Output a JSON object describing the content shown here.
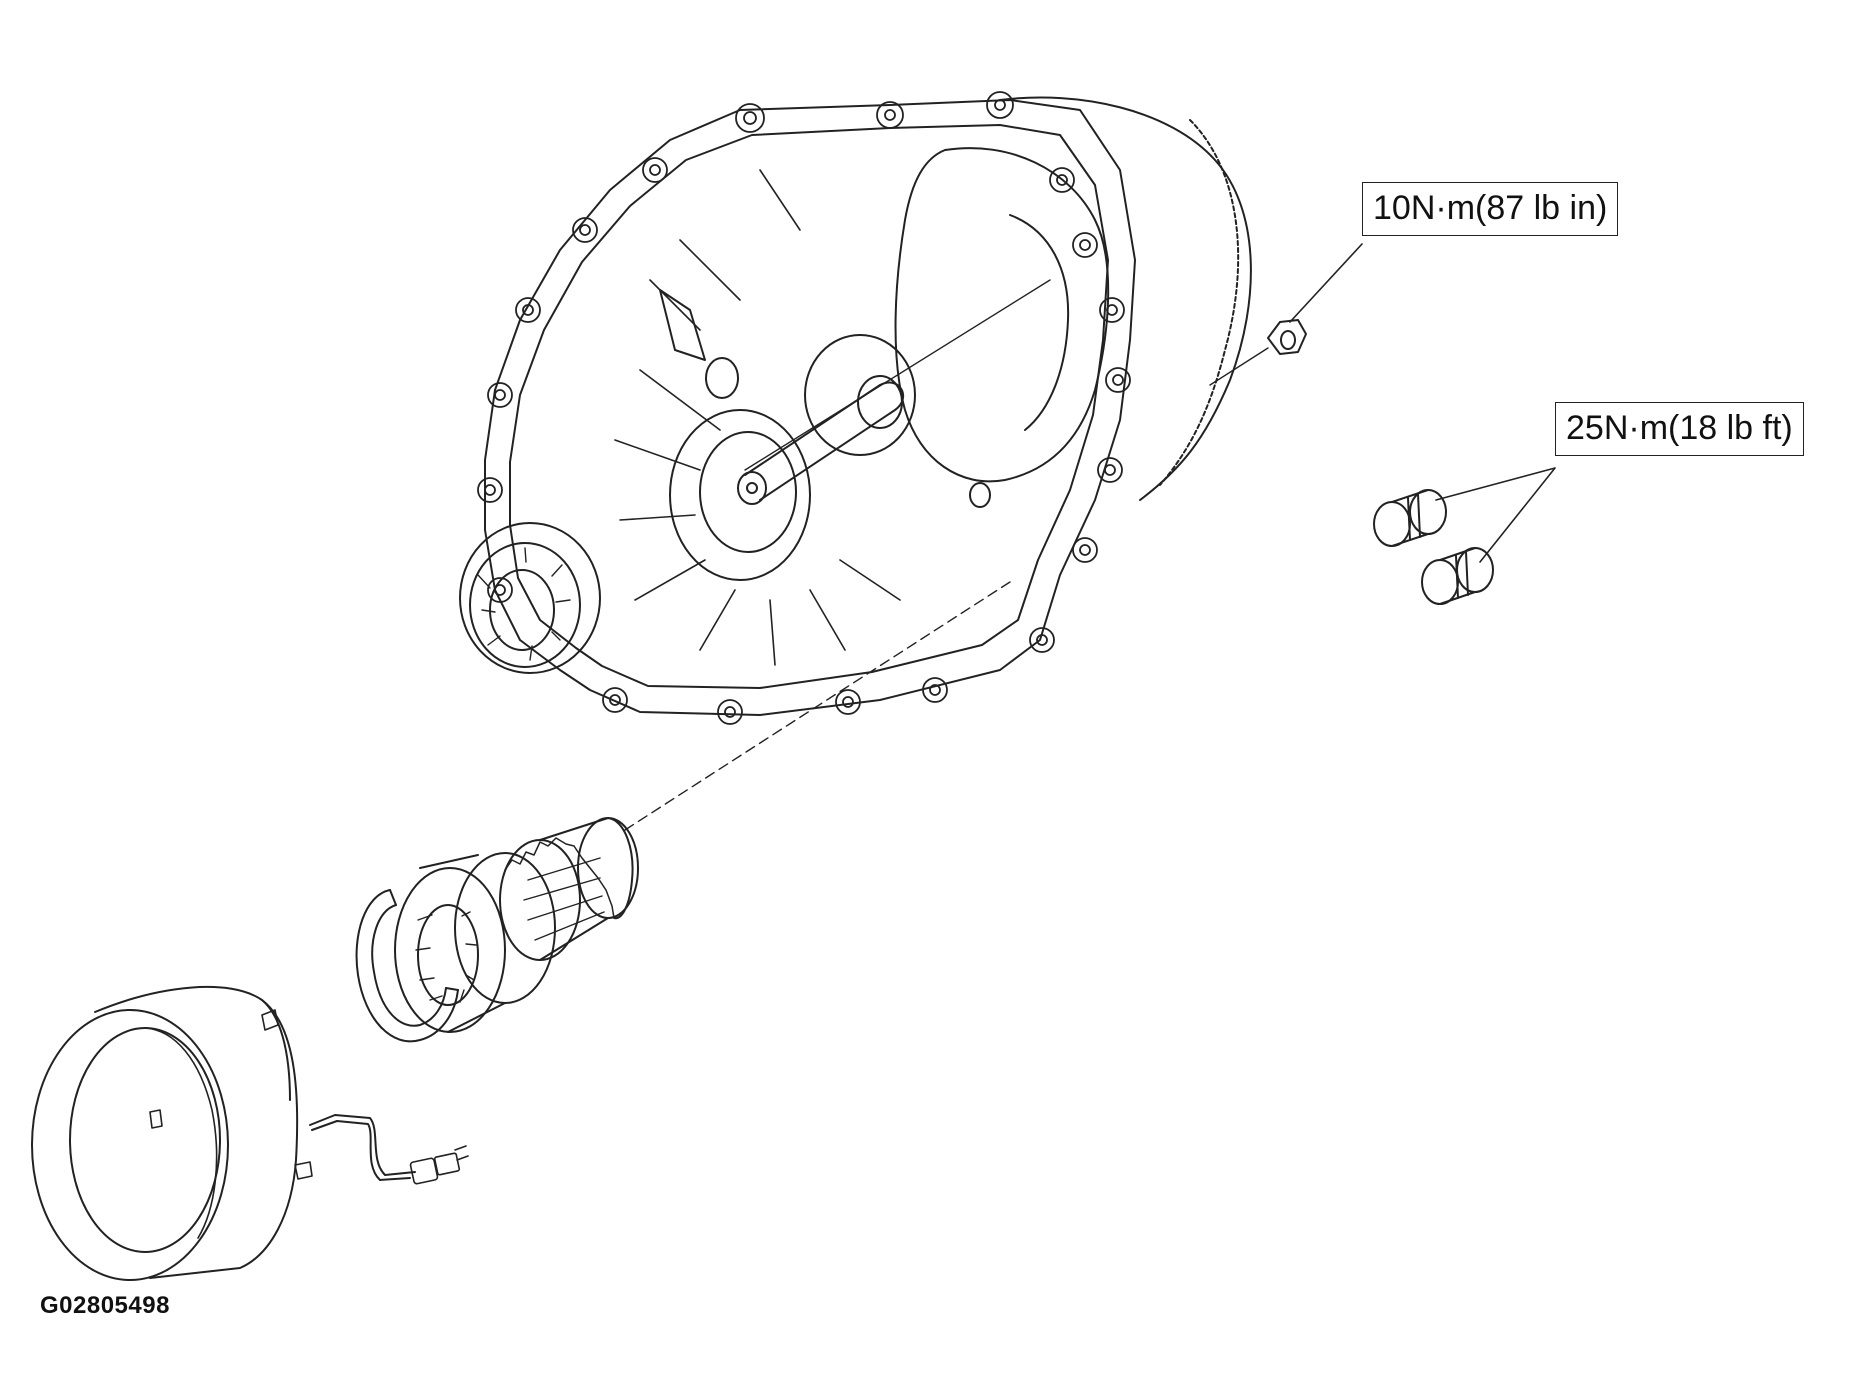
{
  "callouts": [
    {
      "id": "nut-torque",
      "text": "10N·m(87 lb in)"
    },
    {
      "id": "plug-torque",
      "text": "25N·m(18 lb ft)"
    }
  ],
  "figure_code": "G02805498",
  "colors": {
    "line": "#222222",
    "background": "#ffffff"
  }
}
